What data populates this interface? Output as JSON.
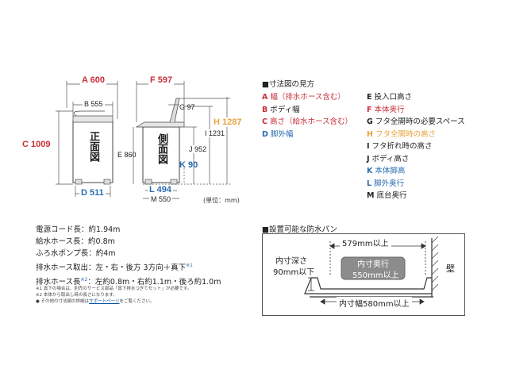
{
  "colors": {
    "red": "#c8303a",
    "blue": "#2a6cb0",
    "orange": "#e8a33c",
    "dark": "#222222"
  },
  "dims": {
    "A": "A 600",
    "B": "B 555",
    "C": "C 1009",
    "D": "D 511",
    "E": "E 860",
    "F": "F 597",
    "G": "G 97",
    "H": "H 1287",
    "I": "I 1231",
    "J": "J 952",
    "K": "K 90",
    "L": "L 494",
    "M": "M 550"
  },
  "front_label": "正面図",
  "side_label": "側面図",
  "unit_note": "(単位：mm)",
  "legend": {
    "title": "■寸法図の見方",
    "left": [
      {
        "key": "A",
        "text": "幅（排水ホース含む）",
        "color": "#c8303a"
      },
      {
        "key": "B",
        "text": "ボディ幅",
        "color": "#c8303a",
        "key_color": "#c8303a",
        "text_color": "#222222"
      },
      {
        "key": "C",
        "text": "高さ（給水ホース含む）",
        "color": "#c8303a"
      },
      {
        "key": "D",
        "text": "脚外幅",
        "color": "#2a6cb0"
      }
    ],
    "right": [
      {
        "key": "E",
        "text": "投入口高さ",
        "color": "#222222"
      },
      {
        "key": "F",
        "text": "本体奥行",
        "color": "#c8303a"
      },
      {
        "key": "G",
        "text": "フタ全開時の必要スペース",
        "color": "#222222"
      },
      {
        "key": "H",
        "text": "フタ全開時の高さ",
        "color": "#e8a33c"
      },
      {
        "key": "I",
        "text": "フタ折れ時の高さ",
        "color": "#222222"
      },
      {
        "key": "J",
        "text": "ボディ高さ",
        "color": "#222222"
      },
      {
        "key": "K",
        "text": "本体脚高",
        "color": "#2a6cb0"
      },
      {
        "key": "L",
        "text": "脚外奥行",
        "color": "#2a6cb0"
      },
      {
        "key": "M",
        "text": "底台奥行",
        "color": "#222222"
      }
    ]
  },
  "specs": [
    {
      "text": "電源コード長：約1.94m",
      "sup": ""
    },
    {
      "text": "給水ホース長：約0.8m",
      "sup": ""
    },
    {
      "text": "ふろ水ポンプ長：約4m",
      "sup": ""
    },
    {
      "text": "排水ホース取出：左・右・後方 3方向＋真下",
      "sup": "※1"
    },
    {
      "text": "排水ホース長",
      "sup": "※2",
      "rest": "：左約0.8m・右約1.1m・後ろ約1.0m"
    }
  ],
  "notes": {
    "n1": "※1 真下の場合は、別売のサービス部品「真下排水つぎてセット」が必要です。",
    "n2": "※2 本体から取出し時の長さになります。",
    "n3_pre": "● その他の寸法図の詳細は",
    "n3_link": "サポートページ",
    "n3_post": "をご覧ください。"
  },
  "pan": {
    "title": "■設置可能な防水パン",
    "width_top": "579mm以上",
    "depth_label_1": "内寸深さ",
    "depth_label_2": "90mm以下",
    "inner_depth_1": "内寸奥行",
    "inner_depth_2": "550mm以上",
    "wall": "壁",
    "width_bottom": "内寸幅580mm以上"
  }
}
